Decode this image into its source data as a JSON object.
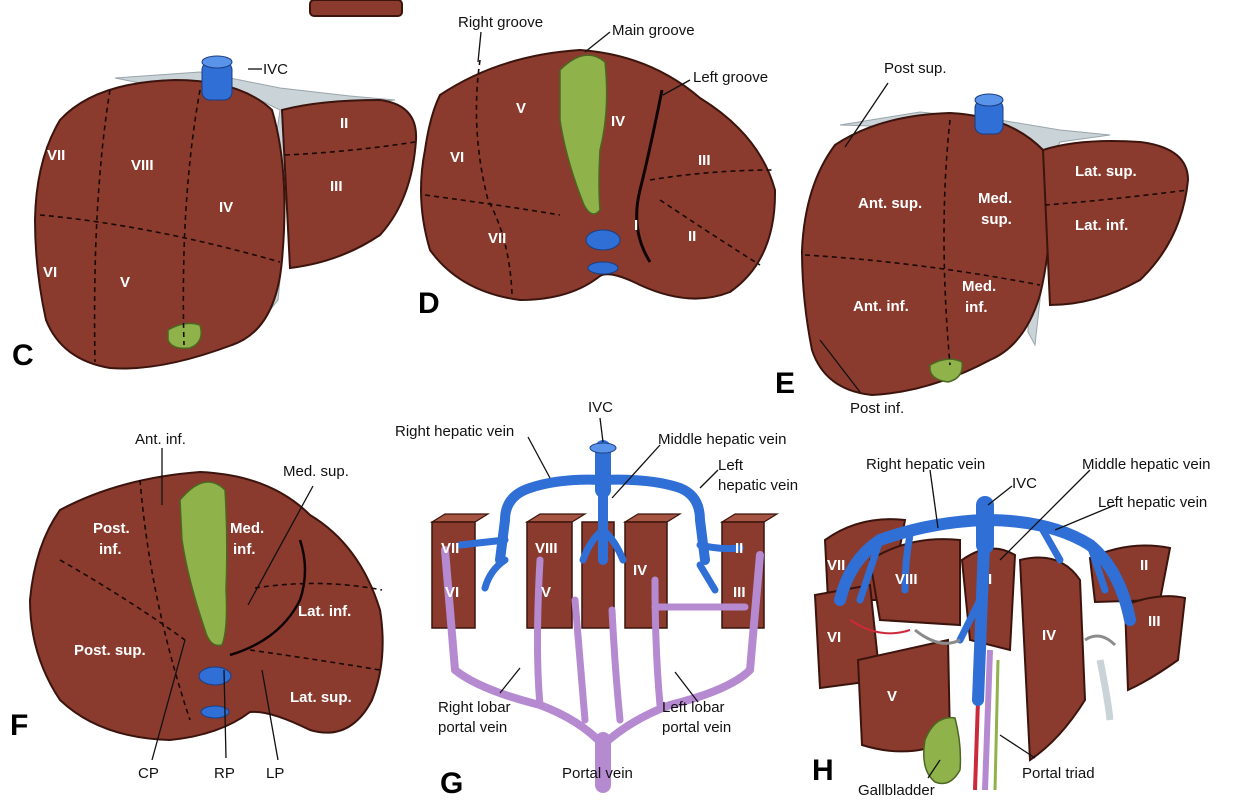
{
  "panels": {
    "C": {
      "letter": "C",
      "ivc": "IVC",
      "segments": [
        "VII",
        "VIII",
        "IV",
        "II",
        "III",
        "VI",
        "V"
      ]
    },
    "D": {
      "letter": "D",
      "labels": {
        "right_groove": "Right groove",
        "main_groove": "Main groove",
        "left_groove": "Left groove"
      },
      "segments": [
        "V",
        "IV",
        "VI",
        "III",
        "VII",
        "I",
        "II"
      ]
    },
    "E": {
      "letter": "E",
      "labels": {
        "post_sup": "Post sup.",
        "post_inf": "Post inf."
      },
      "segments": {
        "ant_sup": "Ant. sup.",
        "med_sup_1": "Med.",
        "med_sup_2": "sup.",
        "lat_sup": "Lat. sup.",
        "lat_inf": "Lat. inf.",
        "ant_inf": "Ant. inf.",
        "med_inf_1": "Med.",
        "med_inf_2": "inf."
      }
    },
    "F": {
      "letter": "F",
      "labels": {
        "ant_inf": "Ant. inf.",
        "med_sup": "Med. sup.",
        "cp": "CP",
        "rp": "RP",
        "lp": "LP"
      },
      "segments": {
        "post_inf_1": "Post.",
        "post_inf_2": "inf.",
        "med_inf_1": "Med.",
        "med_inf_2": "inf.",
        "lat_inf": "Lat. inf.",
        "post_sup": "Post. sup.",
        "lat_sup": "Lat. sup."
      }
    },
    "G": {
      "letter": "G",
      "labels": {
        "ivc": "IVC",
        "right_hepatic_vein": "Right hepatic vein",
        "middle_hepatic_vein": "Middle hepatic vein",
        "left_hepatic_vein_1": "Left",
        "left_hepatic_vein_2": "hepatic vein",
        "right_lobar_1": "Right lobar",
        "right_lobar_2": "portal vein",
        "left_lobar_1": "Left lobar",
        "left_lobar_2": "portal vein",
        "portal_vein": "Portal vein"
      },
      "segments": [
        "VII",
        "VI",
        "VIII",
        "V",
        "IV",
        "II",
        "III"
      ]
    },
    "H": {
      "letter": "H",
      "labels": {
        "right_hepatic_vein": "Right hepatic vein",
        "ivc": "IVC",
        "middle_hepatic_vein": "Middle hepatic vein",
        "left_hepatic_vein": "Left hepatic vein",
        "gallbladder": "Gallbladder",
        "portal_triad": "Portal triad"
      },
      "segments": [
        "VII",
        "VIII",
        "I",
        "II",
        "III",
        "VI",
        "IV",
        "V"
      ]
    }
  },
  "colors": {
    "liver": "#8a3b2e",
    "hepatic_vein": "#2f6fd6",
    "portal_vein": "#b58ad0",
    "gallbladder": "#8fb34a",
    "ligament": "#c9d3d8"
  }
}
